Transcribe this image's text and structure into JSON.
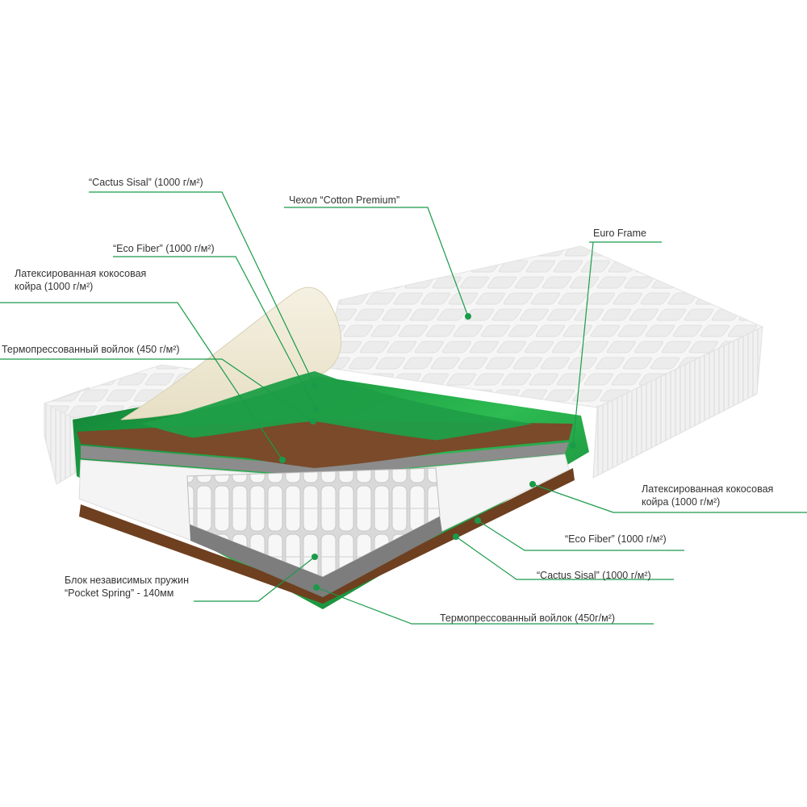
{
  "colors": {
    "leader": "#1a9b4a",
    "green_layer": "#1fa64a",
    "coir": "#7a4a2a",
    "felt": "#8a8a8a",
    "cover": "#f4f4f4",
    "cream": "#efe9d6"
  },
  "labels": {
    "cactus_top": "“Cactus Sisal” (1000 г/м²)",
    "cover": "Чехол “Cotton Premium”",
    "euro_frame": "Euro Frame",
    "eco_top": "“Eco Fiber” (1000 г/м²)",
    "coir_top_1": "Латексированная кокосовая",
    "coir_top_2": "койра (1000 г/м²)",
    "felt_top": "Термопрессованный войлок (450 г/м²)",
    "coir_right_1": "Латексированная кокосовая",
    "coir_right_2": "койра (1000 г/м²)",
    "eco_right": "“Eco Fiber” (1000 г/м²)",
    "cactus_right": "“Cactus Sisal” (1000 г/м²)",
    "felt_bottom": "Термопрессованный войлок (450г/м²)",
    "springs_1": "Блок независимых пружин",
    "springs_2": "“Pocket Spring” - 140мм"
  }
}
